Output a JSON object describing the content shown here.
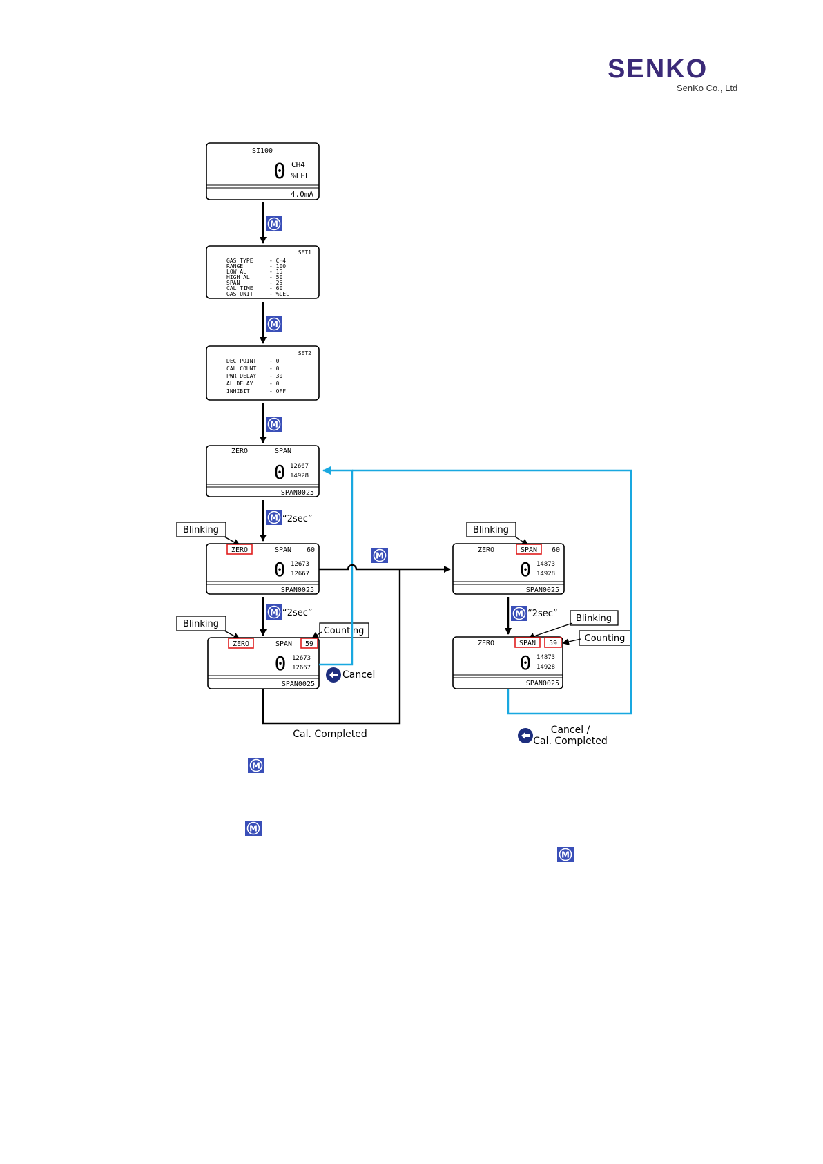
{
  "logo": {
    "brand": "SENKO",
    "company": "SenKo Co., Ltd"
  },
  "colors": {
    "loop": "#19a8e0",
    "highlight": "#e01e1e",
    "button_blue": "#3a4fb8",
    "back_button": "#1d2e7e",
    "brand": "#3b2a78"
  },
  "icons": {
    "mode_button": "M",
    "back_button": "arrow-left-circle"
  },
  "screens": {
    "main": {
      "model": "SI100",
      "gas": "CH4",
      "unit": "%LEL",
      "reading": "0",
      "output": "4.0mA"
    },
    "set1": {
      "title": "SET1",
      "rows": [
        {
          "key": "GAS TYPE",
          "val": "- CH4"
        },
        {
          "key": "RANGE",
          "val": "- 100"
        },
        {
          "key": "LOW AL",
          "val": "- 15"
        },
        {
          "key": "HIGH AL",
          "val": "- 50"
        },
        {
          "key": "SPAN",
          "val": "- 25"
        },
        {
          "key": "CAL TIME",
          "val": "- 60"
        },
        {
          "key": "GAS UNIT",
          "val": "- %LEL"
        }
      ]
    },
    "set2": {
      "title": "SET2",
      "rows": [
        {
          "key": "DEC POINT",
          "val": "- 0"
        },
        {
          "key": "CAL COUNT",
          "val": "- 0"
        },
        {
          "key": "PWR DELAY",
          "val": "- 30"
        },
        {
          "key": "AL DELAY",
          "val": "- 0"
        },
        {
          "key": "INHIBIT",
          "val": "- OFF"
        }
      ]
    },
    "cal_menu": {
      "zero": "ZERO",
      "span": "SPAN",
      "reading": "0",
      "val1": "12667",
      "val2": "14928",
      "footer": "SPAN0025"
    },
    "zero_blink": {
      "zero": "ZERO",
      "span": "SPAN",
      "count": "60",
      "reading": "0",
      "val1": "12673",
      "val2": "12667",
      "footer": "SPAN0025"
    },
    "zero_count": {
      "zero": "ZERO",
      "span": "SPAN",
      "count": "59",
      "reading": "0",
      "val1": "12673",
      "val2": "12667",
      "footer": "SPAN0025"
    },
    "span_blink": {
      "zero": "ZERO",
      "span": "SPAN",
      "count": "60",
      "reading": "0",
      "val1": "14873",
      "val2": "14928",
      "footer": "SPAN0025"
    },
    "span_count": {
      "zero": "ZERO",
      "span": "SPAN",
      "count": "59",
      "reading": "0",
      "val1": "14873",
      "val2": "14928",
      "footer": "SPAN0025"
    }
  },
  "labels": {
    "hold_2sec": "“2sec”",
    "blinking": "Blinking",
    "counting": "Counting",
    "cancel": "Cancel",
    "cal_completed": "Cal. Completed",
    "cancel_slash": "Cancel /",
    "cal_completed_right": "Cal. Completed"
  }
}
